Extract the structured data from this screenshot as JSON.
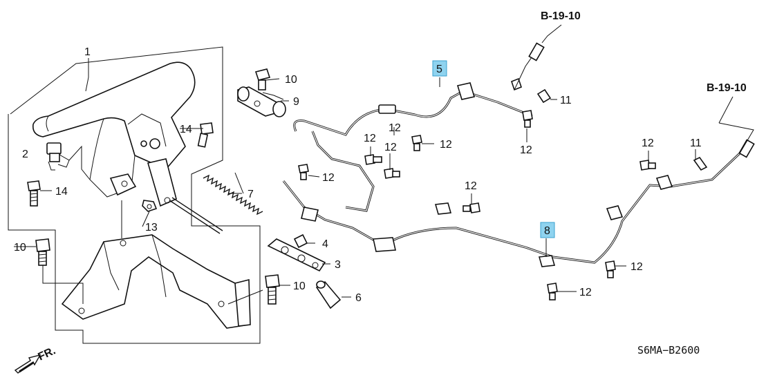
{
  "callouts": {
    "c1": "1",
    "c2": "2",
    "c3": "3",
    "c4": "4",
    "c5": "5",
    "c6": "6",
    "c7": "7",
    "c8": "8",
    "c9": "9",
    "c10a": "10",
    "c10b": "10",
    "c10c": "10",
    "c11a": "11",
    "c11b": "11",
    "c12a": "12",
    "c12b": "12",
    "c12c": "12",
    "c12d": "12",
    "c12e": "12",
    "c12f": "12",
    "c12g": "12",
    "c12h": "12",
    "c12i": "12",
    "c12j": "12",
    "c13": "13",
    "c14a": "14",
    "c14b": "14"
  },
  "references": {
    "left": "B-19-10",
    "right": "B-19-10"
  },
  "direction": {
    "label": "FR."
  },
  "diagram_code": "S6MA−B2600",
  "colors": {
    "highlight": "#8fd3ef",
    "line": "#111111",
    "background": "#ffffff"
  }
}
